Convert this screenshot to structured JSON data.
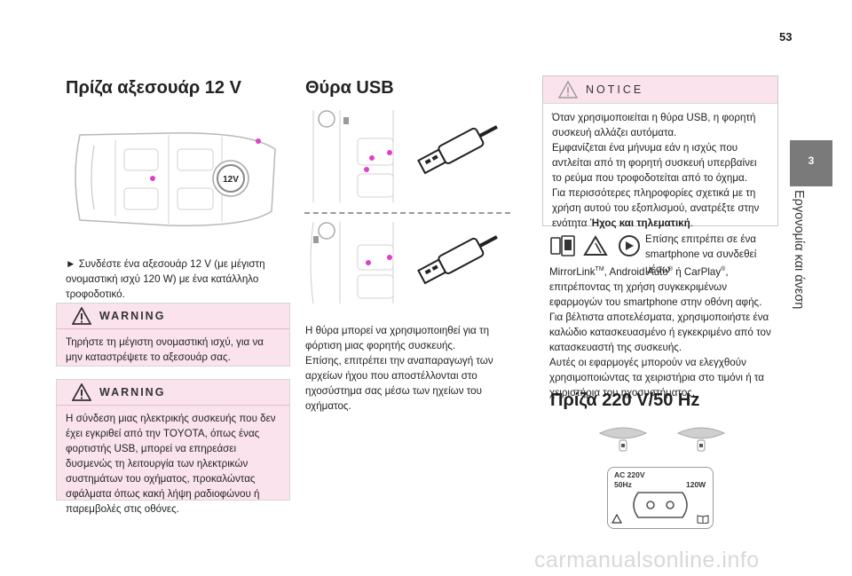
{
  "page": {
    "number": "53"
  },
  "sidebar_tab": {
    "chapter": "3",
    "title": "Εργονομία και άνεση"
  },
  "col1": {
    "title": "Πρίζα αξεσουάρ 12 V",
    "socket_label": "12V",
    "instruction": "►  Συνδέστε ένα αξεσουάρ 12 V (με μέγιστη ονομαστική ισχύ 120 W) με ένα κατάλληλο τροφοδοτικό.",
    "warning1": {
      "label": "WARNING",
      "text": "Τηρήστε τη μέγιστη ονομαστική ισχύ, για να μην καταστρέψετε το αξεσουάρ σας."
    },
    "warning2": {
      "label": "WARNING",
      "text": "Η σύνδεση μιας ηλεκτρικής συσκευής που δεν έχει εγκριθεί από την TOYOTA, όπως ένας φορτιστής USB, μπορεί να επηρεάσει δυσμενώς τη λειτουργία των ηλεκτρικών συστημάτων του οχήματος, προκαλώντας σφάλματα όπως κακή λήψη ραδιοφώνου ή παρεμβολές στις οθόνες."
    }
  },
  "col2": {
    "title": "Θύρα USB",
    "text": "Η θύρα μπορεί να χρησιμοποιηθεί για τη φόρτιση μιας φορητής συσκευής.\nΕπίσης, επιτρέπει την αναπαραγωγή των αρχείων ήχου που αποστέλλονται στο ηχοσύστημα σας μέσω των ηχείων του οχήματος."
  },
  "col3": {
    "notice": {
      "label": "NOTICE",
      "text": "Όταν χρησιμοποιείται η θύρα USB, η φορητή συσκευή αλλάζει αυτόματα.\nΕμφανίζεται ένα μήνυμα εάν η ισχύς που αντλείται από τη φορητή συσκευή υπερβαίνει το ρεύμα που τροφοδοτείται από το όχημα.\nΓια περισσότερες πληροφορίες σχετικά με τη χρήση αυτού του εξοπλισμού, ανατρέξτε στην ενότητα ",
      "link": "Ήχος και τηλεματική",
      "end": "."
    },
    "apps_text_1": "Επίσης επιτρέπει σε ένα smartphone να συνδεθεί μέσω",
    "apps_text_2": "MirrorLink",
    "apps_tm": "TM",
    "apps_text_3": ", Android Auto",
    "apps_r1": "®",
    "apps_text_4": " ή CarPlay",
    "apps_r2": "®",
    "apps_text_5": ", επιτρέποντας τη χρήση συγκεκριμένων εφαρμογών του smartphone στην οθόνη αφής.\nΓια βέλτιστα αποτελέσματα, χρησιμοποιήστε ένα καλώδιο κατασκευασμένο ή εγκεκριμένο από τον κατασκευαστή της συσκευής.\nΑυτές οι εφαρμογές μπορούν να ελεγχθούν χρησιμοποιώντας τα χειριστήρια στο τιμόνι ή τα χειριστήρια του ηχοσυστήματος.",
    "title2": "Πρίζα 220 V/50 Hz",
    "socket": {
      "ac": "AC 220V",
      "hz": "50Hz",
      "w": "120W"
    }
  },
  "watermark": "carmanualsonline.info",
  "colors": {
    "accent_pink": "#e040c8",
    "warning_bg": "#fbe3ee",
    "tab_grey": "#7a7a7a"
  }
}
